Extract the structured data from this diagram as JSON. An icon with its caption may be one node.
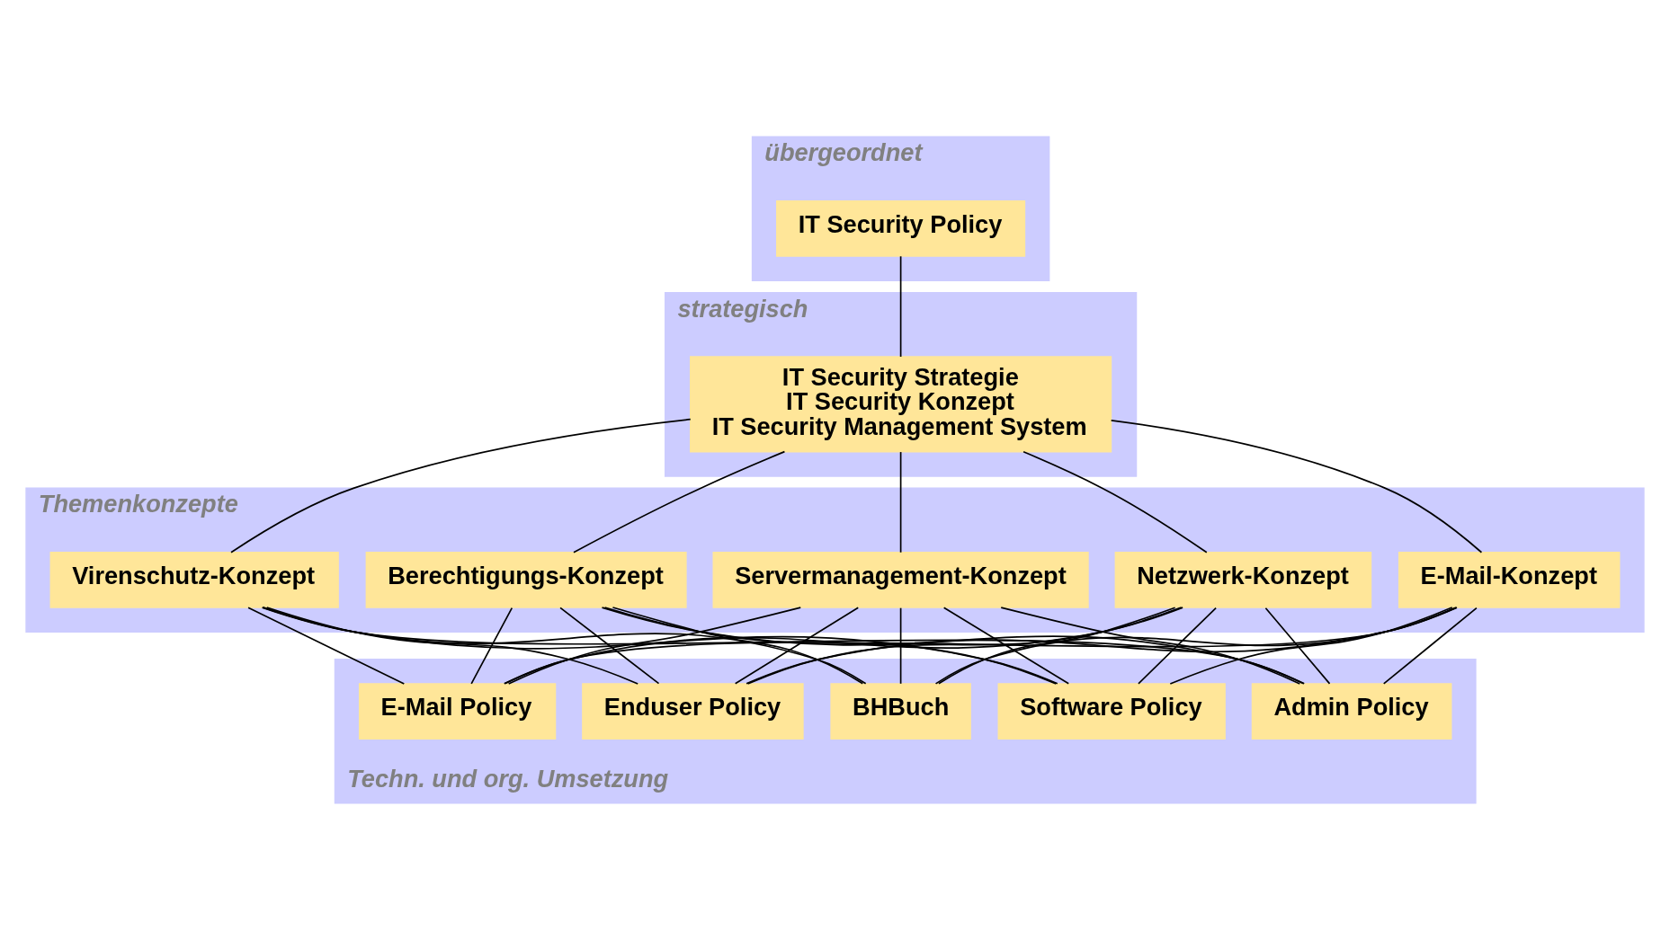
{
  "diagram": {
    "nodes": [
      {
        "text": [
          "übergeordnet"
        ]
      },
      {
        "text": [
          "IT Security Policy"
        ],
        "in": 0
      },
      {
        "text": [
          "strategisch"
        ]
      },
      {
        "text": [
          "IT Security Strategie",
          "IT Security Konzept",
          "IT Security Management System"
        ],
        "in": 2
      },
      {
        "text": [
          "Themenkonzepte"
        ]
      },
      {
        "text": [
          "Virenschutz-Konzept"
        ],
        "in": 4
      },
      {
        "text": [
          "E-Mail-Konzept"
        ],
        "in": 4
      },
      {
        "text": [
          "Netzwerk-Konzept"
        ],
        "in": 4
      },
      {
        "text": [
          "Servermanagement-Konzept"
        ],
        "in": 4
      },
      {
        "text": [
          "Berechtigungs-Konzept"
        ],
        "in": 4
      },
      {
        "text": [
          "Techn. und org. Umsetzung"
        ]
      },
      {
        "text": [
          "Enduser Policy"
        ],
        "in": 10
      },
      {
        "text": [
          "E-Mail Policy"
        ],
        "in": 10
      },
      {
        "text": [
          "Admin Policy"
        ],
        "in": 10
      },
      {
        "text": [
          "Software Policy"
        ],
        "in": 10
      },
      {
        "text": [
          "BHBuch"
        ],
        "in": 10
      }
    ],
    "edges": [
      {
        "from": 1,
        "to": 3,
        "arrow": "none"
      },
      {
        "from": 3,
        "to": 5,
        "arrow": "none"
      },
      {
        "from": 3,
        "to": 6,
        "arrow": "none"
      },
      {
        "from": 3,
        "to": 7,
        "arrow": "none"
      },
      {
        "from": 3,
        "to": 8,
        "arrow": "none"
      },
      {
        "from": 3,
        "to": 9,
        "arrow": "none"
      },
      {
        "from": 5,
        "to": 11,
        "arrow": "none"
      },
      {
        "from": 5,
        "to": 12,
        "arrow": "none"
      },
      {
        "from": 5,
        "to": 13,
        "arrow": "none"
      },
      {
        "from": 5,
        "to": 14,
        "arrow": "none"
      },
      {
        "from": 5,
        "to": 15,
        "arrow": "none"
      },
      {
        "from": 6,
        "to": 11,
        "arrow": "none"
      },
      {
        "from": 6,
        "to": 12,
        "arrow": "none"
      },
      {
        "from": 6,
        "to": 13,
        "arrow": "none"
      },
      {
        "from": 6,
        "to": 14,
        "arrow": "none"
      },
      {
        "from": 6,
        "to": 15,
        "arrow": "none"
      },
      {
        "from": 7,
        "to": 11,
        "arrow": "none"
      },
      {
        "from": 7,
        "to": 12,
        "arrow": "none"
      },
      {
        "from": 7,
        "to": 13,
        "arrow": "none"
      },
      {
        "from": 7,
        "to": 14,
        "arrow": "none"
      },
      {
        "from": 7,
        "to": 15,
        "arrow": "none"
      },
      {
        "from": 8,
        "to": 11,
        "arrow": "none"
      },
      {
        "from": 8,
        "to": 12,
        "arrow": "none"
      },
      {
        "from": 8,
        "to": 13,
        "arrow": "none"
      },
      {
        "from": 8,
        "to": 14,
        "arrow": "none"
      },
      {
        "from": 8,
        "to": 15,
        "arrow": "none"
      },
      {
        "from": 9,
        "to": 11,
        "arrow": "none"
      },
      {
        "from": 9,
        "to": 12,
        "arrow": "none"
      },
      {
        "from": 9,
        "to": 13,
        "arrow": "none"
      },
      {
        "from": 9,
        "to": 14,
        "arrow": "none"
      },
      {
        "from": 9,
        "to": 15,
        "arrow": "none"
      }
    ]
  }
}
